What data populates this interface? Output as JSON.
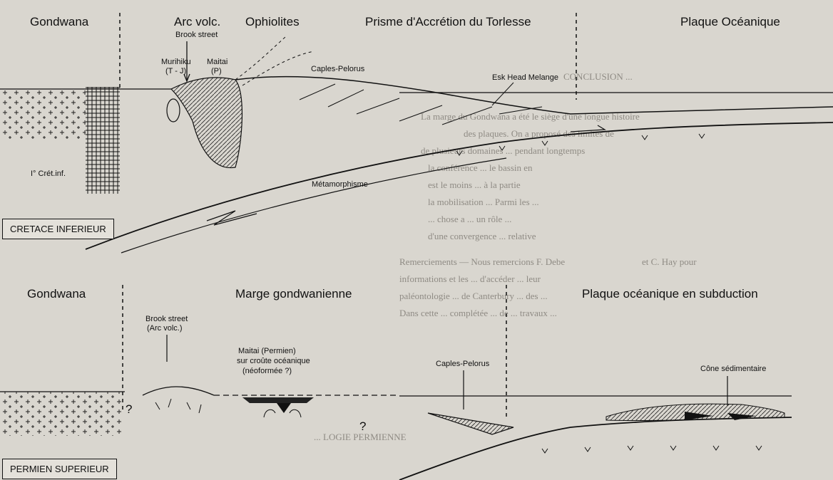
{
  "panel_top": {
    "labels": {
      "gondwana": "Gondwana",
      "arc_volc": "Arc volc.",
      "brook_street": "Brook street",
      "ophiolites": "Ophiolites",
      "prisme": "Prisme d'Accrétion du Torlesse",
      "plaque_oceanique": "Plaque Océanique",
      "murihiku": "Murihiku",
      "murihiku_age": "(T - J)",
      "maitai": "Maitai",
      "maitai_age": "(P)",
      "caples_pelorus": "Caples-Pelorus",
      "esk_head": "Esk Head Melange",
      "cret_inf": "I° Crét.inf.",
      "metamorphisme": "Métamorphisme"
    },
    "age_box": "CRETACE INFERIEUR"
  },
  "panel_bottom": {
    "labels": {
      "gondwana": "Gondwana",
      "marge": "Marge gondwanienne",
      "plaque_subduction": "Plaque océanique en subduction",
      "brook_street": "Brook street",
      "arc_volc": "(Arc volc.)",
      "caples_pelorus": "Caples-Pelorus",
      "maitai_line1": "Maitai (Permien)",
      "maitai_line2": "sur croûte océanique",
      "maitai_line3": "(néoformée ?)",
      "cone": "Cône sédimentaire",
      "q1": "?",
      "q2": "?"
    },
    "age_box": "PERMIEN SUPERIEUR"
  },
  "background_text": {
    "heading1": "CONCLUSION ...",
    "heading2": "... LOGIE PERMIENNE",
    "lines": [
      "La marge du Gondwana a été le siège d'une longue histoire",
      "des plaques. On a proposé des limites de",
      "de plusieurs domaines ... pendant longtemps",
      "la conférence ... le bassin en",
      "est le moins ... à la partie",
      "la mobilisation ... Parmi les ...",
      "... chose a ... un rôle ...",
      "d'une convergence ... relative",
      "Remerciements — Nous remercions F. Debe",
      "et C. Hay pour",
      "informations et les ... d'accéder ... leur",
      "paléontologie ... de Canterbury ... des ...",
      "Dans cette ... complétée ... de ... travaux ..."
    ]
  }
}
